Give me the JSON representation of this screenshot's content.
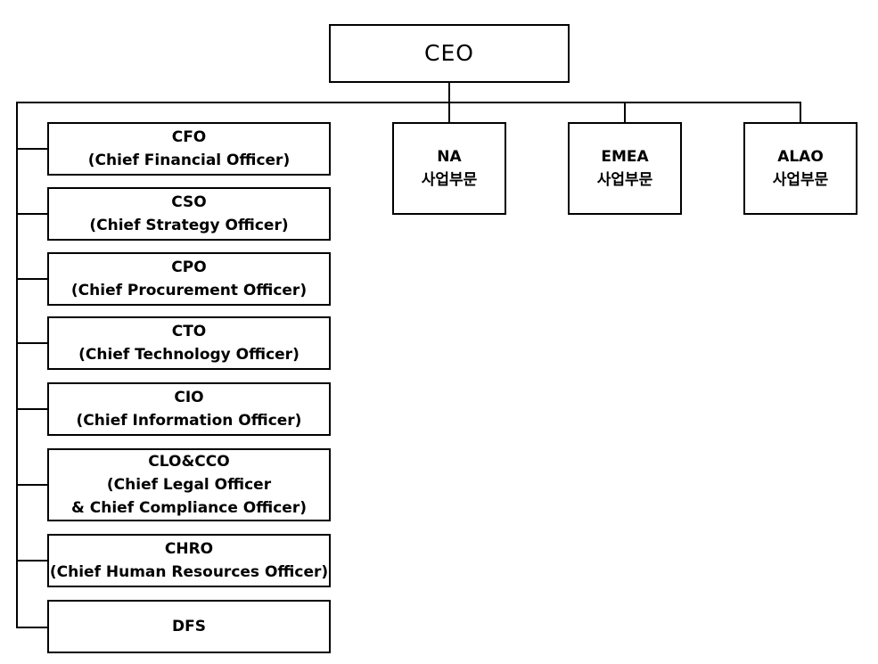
{
  "ceo": {
    "title": "CEO"
  },
  "officers": [
    {
      "line1": "CFO",
      "line2": "(Chief Financial Officer)",
      "line3": ""
    },
    {
      "line1": "CSO",
      "line2": "(Chief Strategy Officer)",
      "line3": ""
    },
    {
      "line1": "CPO",
      "line2": "(Chief Procurement Officer)",
      "line3": ""
    },
    {
      "line1": "CTO",
      "line2": "(Chief Technology Officer)",
      "line3": ""
    },
    {
      "line1": "CIO",
      "line2": "(Chief Information Officer)",
      "line3": ""
    },
    {
      "line1": "CLO&CCO",
      "line2": "(Chief Legal Officer",
      "line3": "& Chief Compliance Officer)"
    },
    {
      "line1": "CHRO",
      "line2": "(Chief Human Resources Officer)",
      "line3": ""
    },
    {
      "line1": "DFS",
      "line2": "",
      "line3": ""
    }
  ],
  "divisions": [
    {
      "region": "NA",
      "label": "사업부문"
    },
    {
      "region": "EMEA",
      "label": "사업부문"
    },
    {
      "region": "ALAO",
      "label": "사업부문"
    }
  ]
}
